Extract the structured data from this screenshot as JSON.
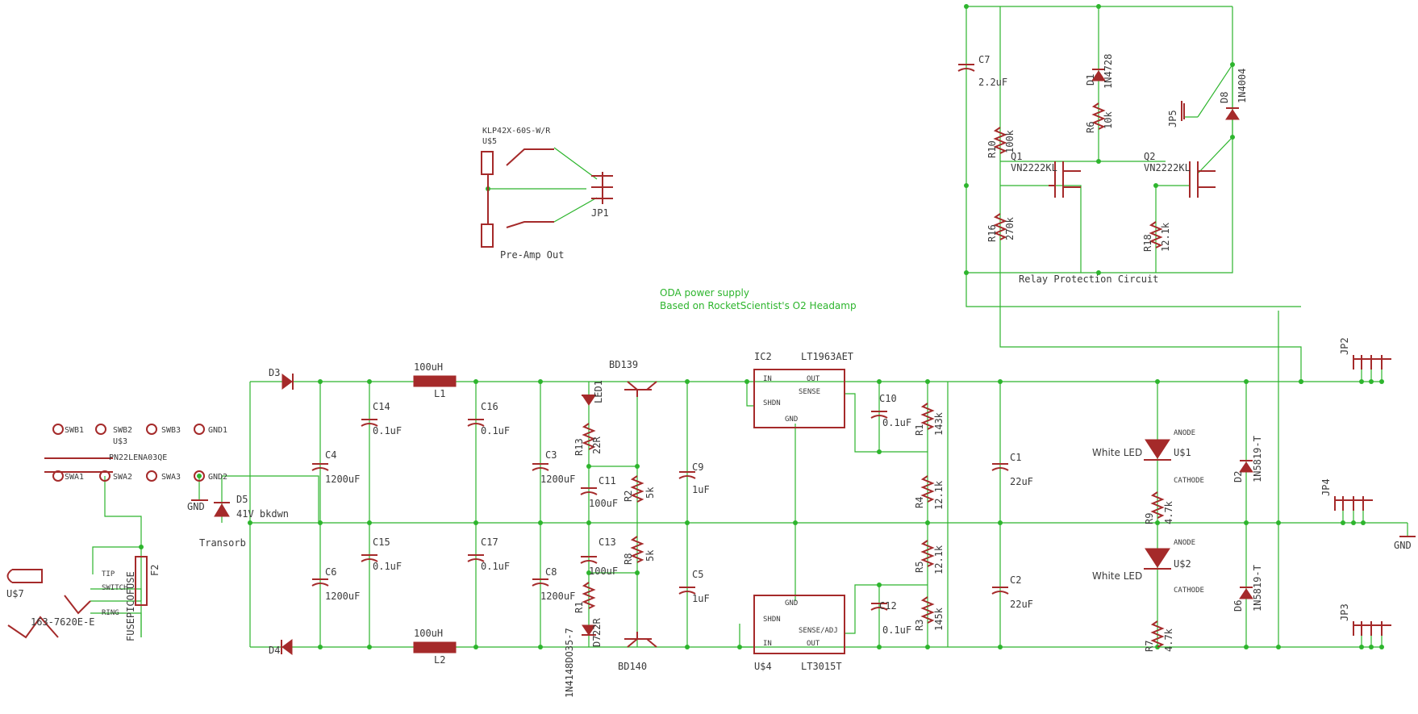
{
  "notes": {
    "line1": "ODA power supply",
    "line2": "Based on RocketScientist's O2 Headamp"
  },
  "net_labels": {
    "gnd_right": "GND",
    "gnd_left": "GND",
    "preamp": "Pre-Amp Out",
    "relay": "Relay Protection Circuit"
  },
  "parts": {
    "D3": "D3",
    "D4": "D4",
    "L1": "L1",
    "L1v": "100uH",
    "L2": "L2",
    "L2v": "100uH",
    "C14": "C14",
    "C14v": "0.1uF",
    "C15": "C15",
    "C15v": "0.1uF",
    "C16": "C16",
    "C16v": "0.1uF",
    "C17": "C17",
    "C17v": "0.1uF",
    "C4": "C4",
    "C4v": "1200uF",
    "C6": "C6",
    "C6v": "1200uF",
    "C3": "C3",
    "C3v": "1200uF",
    "C8": "C8",
    "C8v": "1200uF",
    "LED1": "LED1",
    "R13": "R13",
    "R13v": "22R",
    "R13v2": "22R",
    "C11": "C11",
    "C11v": "100uF",
    "C13": "C13",
    "C13v": "100uF",
    "R2": "R2",
    "R2v": "5k",
    "R8": "R8",
    "R8v": "5k",
    "R11": "R1",
    "R11v": "22R",
    "D7": "D7",
    "D7v": "1N4148DO35-7",
    "BD139": "BD139",
    "BD140": "BD140",
    "C9": "C9",
    "C9v": "1uF",
    "C5": "C5",
    "C5v": "1uF",
    "IC2": "IC2",
    "IC2v": "LT1963AET",
    "U4": "U$4",
    "U4v": "LT3015T",
    "C10": "C10",
    "C10v": "0.1uF",
    "C12": "C12",
    "C12v": "0.1uF",
    "R1": "R1",
    "R1v": "143k",
    "R4": "R4",
    "R4v": "12.1k",
    "R5": "R5",
    "R5v": "12.1k",
    "R3": "R3",
    "R3v": "145k",
    "C1": "C1",
    "C1v": "22uF",
    "C2": "C2",
    "C2v": "22uF",
    "U1": "U$1",
    "U1v": "White LED",
    "U2": "U$2",
    "U2v": "White LED",
    "R9": "R9",
    "R9v": "4.7k",
    "R7": "R7",
    "R7v": "4.7k",
    "D2": "D2",
    "D2v": "1N5819-T",
    "D6": "D6",
    "D6v": "1N5819-T",
    "JP2": "JP2",
    "JP4": "JP4",
    "JP3": "JP3",
    "JP1": "JP1",
    "JP5": "JP5",
    "C7": "C7",
    "C7v": "2.2uF",
    "D1": "D1",
    "D1v": "1N4728",
    "R6": "R6",
    "R6v": "10k",
    "R10": "R10",
    "R10v": "100k",
    "R16": "R16",
    "R16v": "270k",
    "R18": "R18",
    "R18v": "12.1k",
    "Q1": "Q1",
    "Q1v": "VN2222KL",
    "Q2": "Q2",
    "Q2v": "VN2222KL",
    "D8": "D8",
    "D8v": "1N4004",
    "U5": "U$5",
    "U5v": "KLP42X-60S-W/R",
    "U3": "U$3",
    "U3v": "PN22LENA03QE",
    "D5": "D5",
    "D5v": "41V bkdwn",
    "D5v2": "Transorb",
    "F2": "F2",
    "F2v": "FUSEPICOFUSE",
    "U7": "U$7",
    "U7v": "163-7620E-E",
    "gnd1": "GND1",
    "gnd2": "GND2",
    "swb1": "SWB1",
    "swb2": "SWB2",
    "swb3": "SWB3",
    "swa1": "SWA1",
    "swa2": "SWA2",
    "swa3": "SWA3"
  },
  "pins": {
    "in": "IN",
    "out": "OUT",
    "sense": "SENSE",
    "shdn": "SHDN",
    "gnd": "GND",
    "senseadj": "SENSE/ADJ",
    "anode": "ANODE",
    "cathode": "CATHODE",
    "tip": "TIP",
    "switch": "SWITCH",
    "ring": "RING"
  }
}
